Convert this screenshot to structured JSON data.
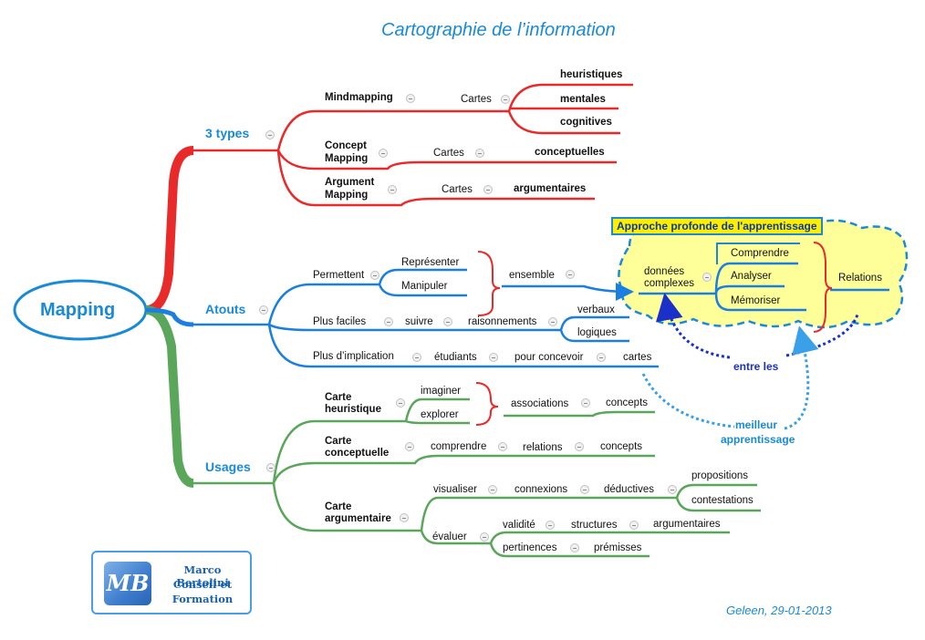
{
  "title": "Cartographie de l’information",
  "footer_date": "Geleen, 29-01-2013",
  "logo": {
    "mark": "MB",
    "line1": "Marco Bertolini",
    "line2": "Conseil et",
    "line3": "Formation"
  },
  "colors": {
    "red": "#e82a2a",
    "blue": "#1a7fe0",
    "green": "#5aa65a",
    "cloud": "#ffff99",
    "accent": "#1a8ad8"
  },
  "root": "Mapping",
  "types": {
    "label": "3 types",
    "mindmapping": "Mindmapping",
    "cartes1": "Cartes",
    "heuristiques": "heuristiques",
    "mentales": "mentales",
    "cognitives": "cognitives",
    "concept1": "Concept",
    "concept2": "Mapping",
    "cartes2": "Cartes",
    "conceptuelles": "conceptuelles",
    "argument1": "Argument",
    "argument2": "Mapping",
    "cartes3": "Cartes",
    "argumentaires": "argumentaires"
  },
  "atouts": {
    "label": "Atouts",
    "permettent": "Permettent",
    "representer": "Représenter",
    "manipuler": "Manipuler",
    "ensemble": "ensemble",
    "plus_faciles": "Plus faciles",
    "suivre": "suivre",
    "raisonnements": "raisonnements",
    "verbaux": "verbaux",
    "logiques": "logiques",
    "plus_implication": "Plus d’implication",
    "etudiants": "étudiants",
    "pour_concevoir": "pour concevoir",
    "cartes": "cartes"
  },
  "approche": {
    "title": "Approche profonde de l'apprentissage",
    "donnees1": "données",
    "donnees2": "complexes",
    "comprendre": "Comprendre",
    "analyser": "Analyser",
    "memoriser": "Mémoriser",
    "relations": "Relations",
    "entre_les": "entre les",
    "meilleur1": "meilleur",
    "meilleur2": "apprentissage"
  },
  "usages": {
    "label": "Usages",
    "heuristique1": "Carte",
    "heuristique2": "heuristique",
    "imaginer": "imaginer",
    "explorer": "explorer",
    "associations": "associations",
    "concepts1": "concepts",
    "conceptuelle1": "Carte",
    "conceptuelle2": "conceptuelle",
    "comprendre": "comprendre",
    "relations": "relations",
    "concepts2": "concepts",
    "argumentaire1": "Carte",
    "argumentaire2": "argumentaire",
    "visualiser": "visualiser",
    "connexions": "connexions",
    "deductives": "déductives",
    "propositions": "propositions",
    "contestations": "contestations",
    "evaluer": "évaluer",
    "validite": "validité",
    "structures": "structures",
    "argumentaires": "argumentaires",
    "pertinences": "pertinences",
    "premisses": "prémisses"
  }
}
